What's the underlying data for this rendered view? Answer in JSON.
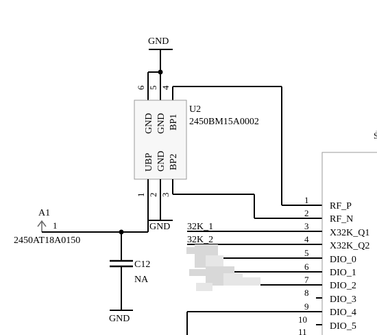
{
  "u2": {
    "ref": "U2",
    "value": "2450BM15A0002",
    "pin_gnd_top_a": "GND",
    "pin_gnd_top_b": "GND",
    "pin_bp1": "BP1",
    "pin_ubp": "UBP",
    "pin_gnd_bottom": "GND",
    "pin_bp2": "BP2",
    "pin_nums_top": [
      "6",
      "5",
      "4"
    ],
    "pin_nums_bottom": [
      "1",
      "2",
      "3"
    ]
  },
  "gnd_top": "GND",
  "gnd_mid": "GND",
  "gnd_cap": "GND",
  "antenna": {
    "ref": "A1",
    "pin": "1",
    "value": "2450AT18A0150"
  },
  "cap": {
    "ref": "C12",
    "value": "NA"
  },
  "mcu": {
    "pins": [
      {
        "num": "1",
        "name": "RF_P"
      },
      {
        "num": "2",
        "name": "RF_N"
      },
      {
        "num": "3",
        "name": "X32K_Q1"
      },
      {
        "num": "4",
        "name": "X32K_Q2"
      },
      {
        "num": "5",
        "name": "DIO_0"
      },
      {
        "num": "6",
        "name": "DIO_1"
      },
      {
        "num": "7",
        "name": "DIO_2"
      },
      {
        "num": "8",
        "name": "DIO_3"
      },
      {
        "num": "9",
        "name": "DIO_4"
      },
      {
        "num": "10",
        "name": "DIO_5"
      },
      {
        "num": "11",
        "name": ""
      }
    ],
    "edge_mark": "S"
  },
  "net_labels": {
    "x32k_1": "32K_1",
    "x32k_2": "32K_2"
  }
}
